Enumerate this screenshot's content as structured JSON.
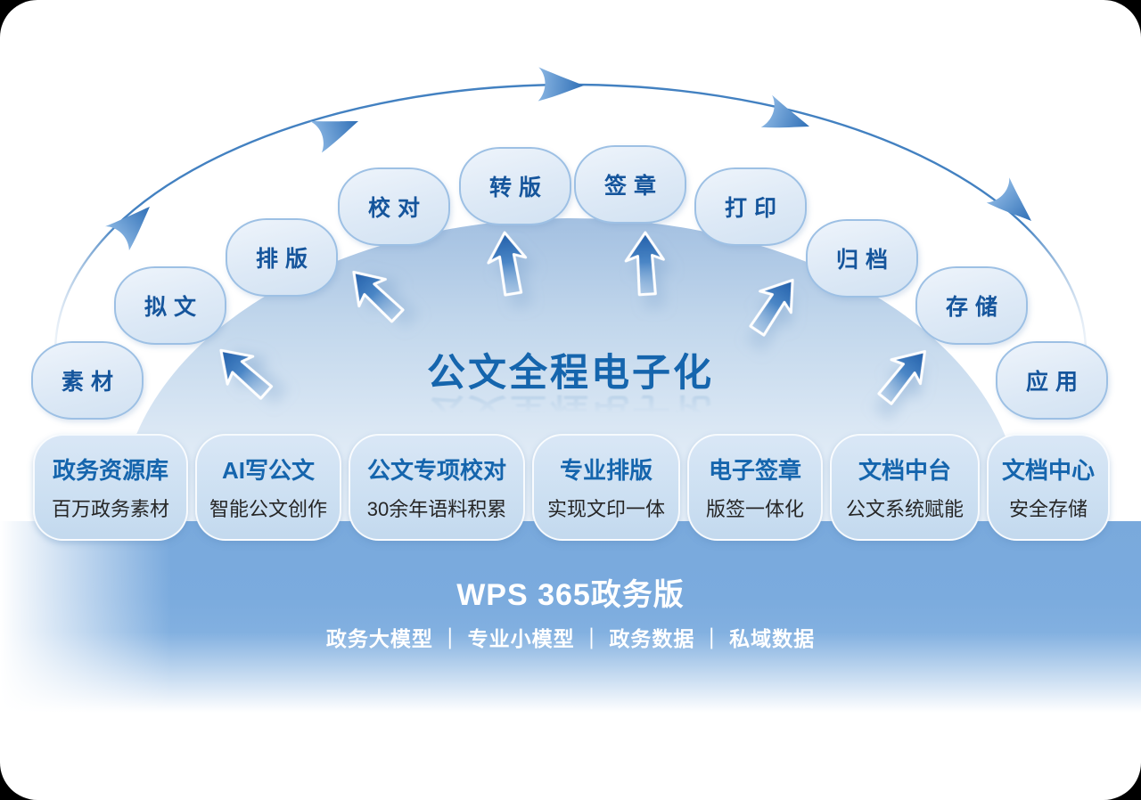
{
  "diagram": {
    "center_title": "公文全程电子化",
    "stages": [
      "素材",
      "拟文",
      "排版",
      "校对",
      "转版",
      "签章",
      "打印",
      "归档",
      "存储",
      "应用"
    ],
    "features": [
      {
        "title": "政务资源库",
        "subtitle": "百万政务素材"
      },
      {
        "title": "AI写公文",
        "subtitle": "智能公文创作"
      },
      {
        "title": "公文专项校对",
        "subtitle": "30余年语料积累"
      },
      {
        "title": "专业排版",
        "subtitle": "实现文印一体"
      },
      {
        "title": "电子签章",
        "subtitle": "版签一体化"
      },
      {
        "title": "文档中台",
        "subtitle": "公文系统赋能"
      },
      {
        "title": "文档中心",
        "subtitle": "安全存储"
      }
    ],
    "banner": {
      "title": "WPS 365政务版",
      "subtitle": "政务大模型 ｜ 专业小模型 ｜ 政务数据 ｜ 私域数据"
    },
    "icons": {
      "arc_arrowhead": "arc-flow-arrowhead-icon",
      "up_arrow": "cursor-up-arrow-icon"
    },
    "colors": {
      "accent_blue": "#1565ad",
      "bubble_fill": "#dde9f6",
      "bubble_border": "#9dc0e4",
      "banner_blue": "#7babde",
      "dome_blue": "#a3c0e1",
      "arrow_blue": "#3b7ec4",
      "text_dark": "#262626"
    }
  }
}
